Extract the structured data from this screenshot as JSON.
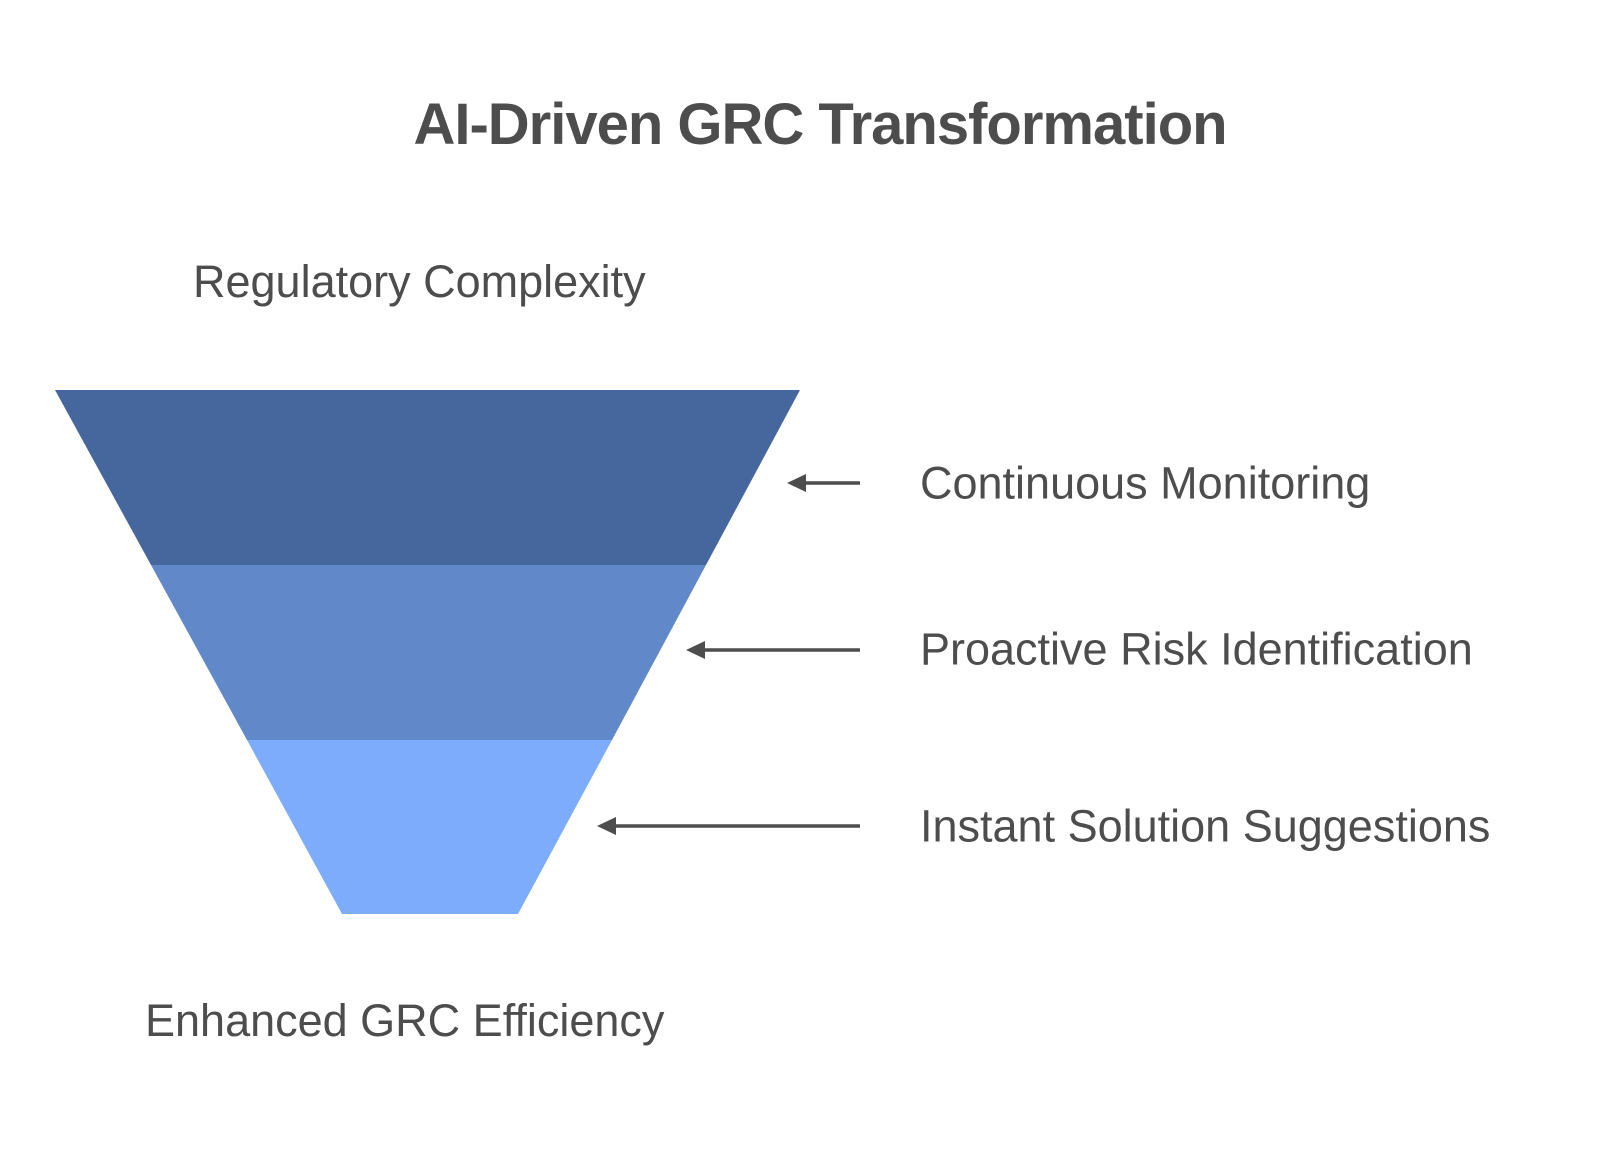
{
  "title": "AI-Driven GRC Transformation",
  "funnel": {
    "input_label": "Regulatory Complexity",
    "output_label": "Enhanced GRC Efficiency",
    "segments": [
      {
        "label": "Continuous Monitoring",
        "color": "#46679D"
      },
      {
        "label": "Proactive Risk Identification",
        "color": "#6188C8"
      },
      {
        "label": "Instant Solution Suggestions",
        "color": "#7DACFC"
      }
    ]
  },
  "colors": {
    "background": "#ffffff",
    "text": "#4d4d4d",
    "arrow": "#4d4d4d"
  }
}
